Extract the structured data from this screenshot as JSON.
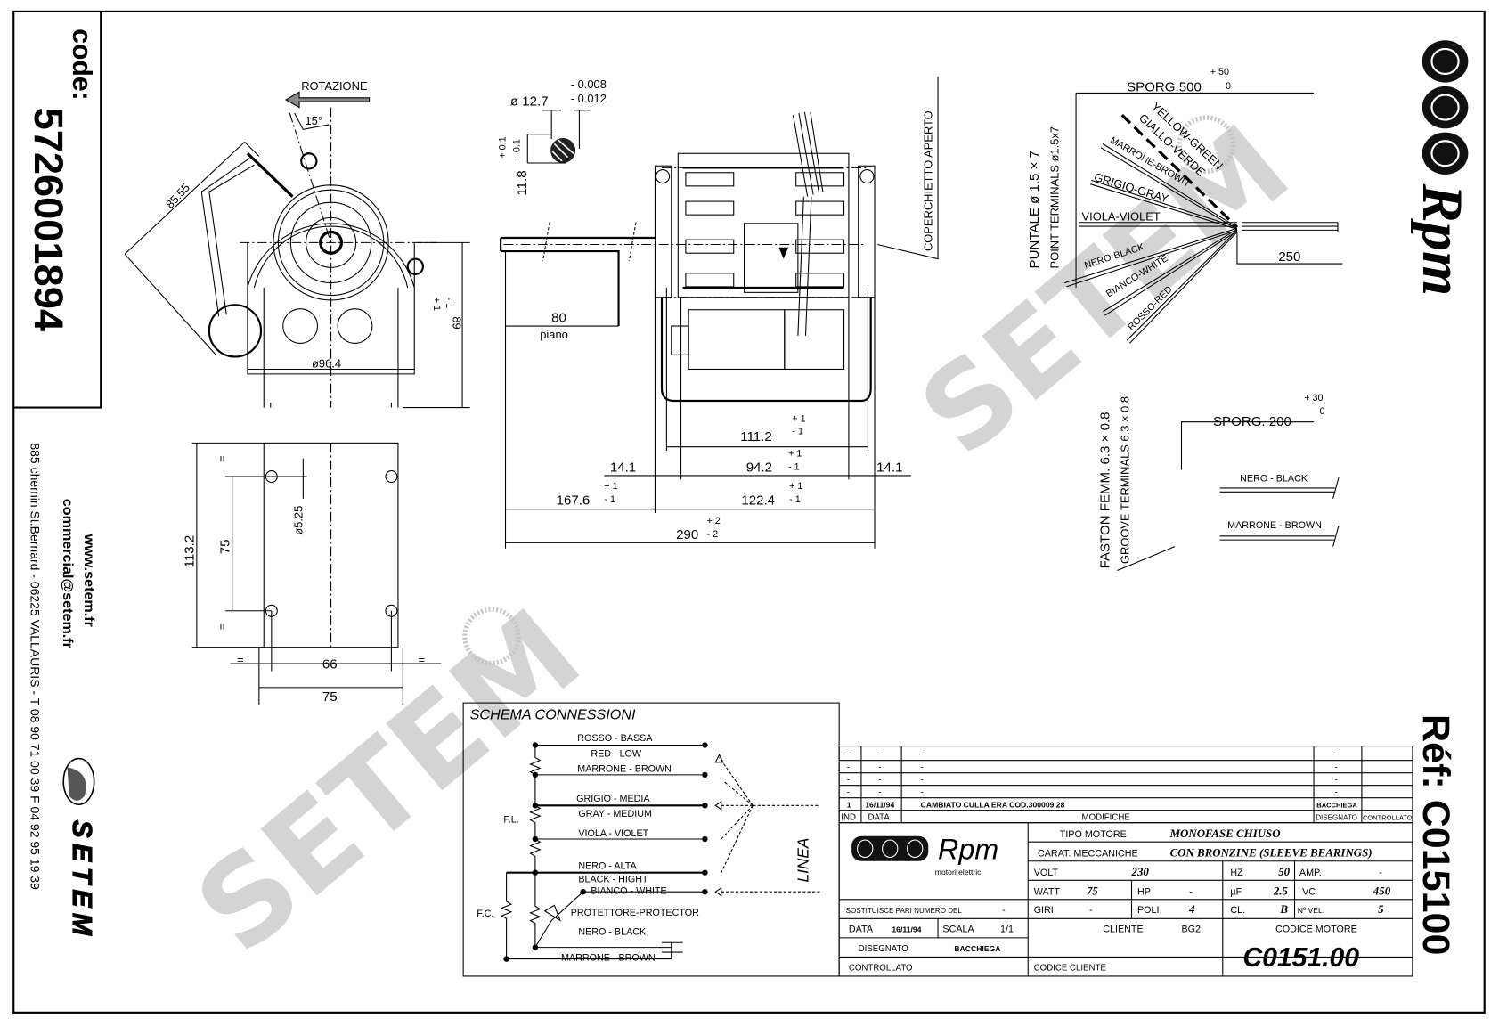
{
  "sidebar": {
    "code_label": "code:",
    "code": "5726001894",
    "website": "www.setem.fr",
    "email": "commercial@setem.fr",
    "address": "885 chemin St.Bernard  -  06225 VALLAURIS  -  T 08 90 71 00 39   F 04 92 95 19 39",
    "logo": "SETEM"
  },
  "ref": "Réf: C015100",
  "brand": {
    "name": "Rpm",
    "tagline": "motori elettrici"
  },
  "watermark": "SETEM",
  "front_view": {
    "rotation": "ROTAZIONE",
    "angle": "15°",
    "diag_dim": "85.55",
    "diameter": "ø96.4",
    "height": "89",
    "height_tol_plus": "+ 1",
    "height_tol_minus": "- 1"
  },
  "shaft_detail": {
    "diameter": "ø 12.7",
    "tol_upper": "- 0.008",
    "tol_lower": "- 0.012",
    "flat": "11.8",
    "flat_tol_plus": "+ 0.1",
    "flat_tol_minus": "- 0.1"
  },
  "side_view": {
    "plane_dim": "80",
    "plane_label": "piano",
    "cover_label": "COPERCHIETTO APERTO",
    "d111": "111.2",
    "d94": "94.2",
    "d14_left": "14.1",
    "d14_right": "14.1",
    "d167": "167.6",
    "d122": "122.4",
    "d290": "290",
    "tol_p1": "+ 1",
    "tol_m1": "- 1",
    "tol_p2": "+ 2",
    "tol_m2": "- 2"
  },
  "base_view": {
    "h_total": "113.2",
    "h_holes": "75",
    "hole_dia": "ø5.25",
    "w_holes": "66",
    "w_total": "75",
    "equal": "="
  },
  "leads": {
    "sporg_500": "SPORG.500",
    "sporg_500_tol_plus": "+ 50",
    "sporg_500_tol_zero": "0",
    "length_250": "250",
    "puntale": "PUNTALE ø 1.5 × 7",
    "point_terminals": "POINT TERMINALS ø1.5x7",
    "wires": [
      "YELLOW-GREEN",
      "GIALLO-VERDE",
      "MARRONE-BROWN",
      "GRIGIO-GRAY",
      "VIOLA-VIOLET",
      "NERO-BLACK",
      "BIANCO-WHITE",
      "ROSSO-RED"
    ],
    "faston": "FASTON FEMM. 6.3 × 0.8",
    "groove_terminals": "GROOVE TERMINALS 6.3 × 0.8",
    "sporg_200": "SPORG. 200",
    "sporg_200_tol_plus": "+ 30",
    "sporg_200_tol_zero": "0",
    "cap_wire_1": "NERO - BLACK",
    "cap_wire_2": "MARRONE - BROWN"
  },
  "schema": {
    "title": "SCHEMA CONNESSIONI",
    "labels": [
      "ROSSO - BASSA",
      "RED - LOW",
      "MARRONE - BROWN",
      "GRIGIO - MEDIA",
      "GRAY - MEDIUM",
      "VIOLA - VIOLET",
      "NERO - ALTA",
      "BLACK - HIGHT",
      "BIANCO - WHITE",
      "PROTETTORE-PROTECTOR",
      "NERO - BLACK",
      "MARRONE - BROWN"
    ],
    "fl": "F.L.",
    "fc": "F.C.",
    "linea": "LINEA"
  },
  "revisions": {
    "empty_rows": [
      [
        "-",
        "-",
        "-",
        "-"
      ],
      [
        "-",
        "-",
        "-",
        "-"
      ],
      [
        "-",
        "-",
        "-",
        "-"
      ],
      [
        "-",
        "-",
        "-",
        "-"
      ]
    ],
    "row": {
      "ind": "1",
      "date": "16/11/94",
      "change": "CAMBIATO CULLA ERA COD.300009.28",
      "drawn": "BACCHIEGA"
    },
    "headers": {
      "ind": "IND",
      "date": "DATA",
      "changes": "MODIFICHE",
      "drawn": "DISEGNATO",
      "checked": "CONTROLLATO"
    }
  },
  "title_block": {
    "tipo_label": "TIPO MOTORE",
    "tipo": "MONOFASE CHIUSO",
    "carat_label": "CARAT. MECCANICHE",
    "carat": "CON BRONZINE (SLEEVE BEARINGS)",
    "volt_label": "VOLT",
    "volt": "230",
    "hz_label": "HZ",
    "hz": "50",
    "amp_label": "AMP.",
    "amp": "-",
    "watt_label": "WATT",
    "watt": "75",
    "hp_label": "HP",
    "hp": "-",
    "uf_label": "µF",
    "uf": "2.5",
    "vc_label": "VC",
    "vc": "450",
    "giri_label": "GIRI",
    "giri": "-",
    "poli_label": "POLI",
    "poli": "4",
    "cl_label": "CL.",
    "cl": "B",
    "vel_label": "Nº VEL.",
    "vel": "5",
    "sostituisce_label": "SOSTITUISCE PARI NUMERO DEL",
    "sostituisce": "-",
    "data_label": "DATA",
    "data": "16/11/94",
    "scala_label": "SCALA",
    "scala": "1/1",
    "disegnato_label": "DISEGNATO",
    "disegnato": "BACCHIEGA",
    "controllato_label": "CONTROLLATO",
    "cliente_label": "CLIENTE",
    "cliente": "BG2",
    "codice_cliente_label": "CODICE CLIENTE",
    "codice_motore_label": "CODICE MOTORE",
    "codice_motore": "C0151.00"
  }
}
